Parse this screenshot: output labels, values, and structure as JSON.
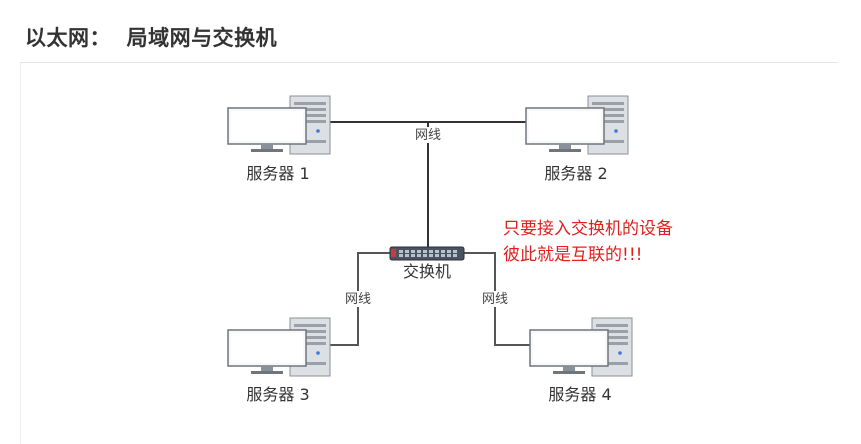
{
  "page": {
    "title": "以太网：  局域网与交换机"
  },
  "diagram": {
    "servers": [
      {
        "label": "服务器 1"
      },
      {
        "label": "服务器 2"
      },
      {
        "label": "服务器 3"
      },
      {
        "label": "服务器 4"
      }
    ],
    "switch_label": "交换机",
    "cable_label": "网线",
    "note_lines": [
      "只要接入交换机的设备",
      "彼此就是互联的!!!"
    ],
    "colors": {
      "cable": "#333333",
      "note": "#e02020",
      "switch_port": "#c83c3c"
    }
  }
}
